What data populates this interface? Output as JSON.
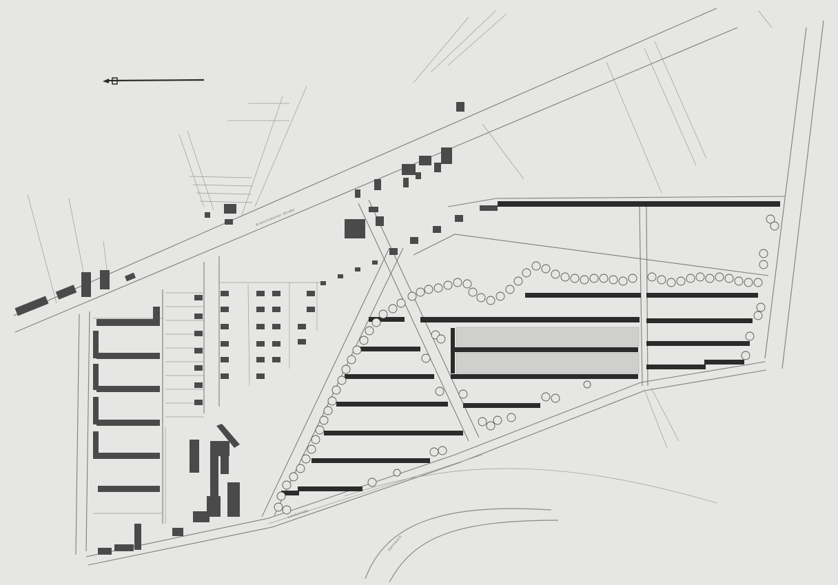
{
  "map": {
    "background": "#e6e6e4",
    "building_color": "#2b2b2b",
    "line_color": "#7d7d7b",
    "north_arrow_icon": "arrow-left-icon",
    "street_labels": [
      {
        "id": "main-road",
        "text": "Kranichsteiner Straße"
      },
      {
        "id": "south-road",
        "text": "Landstraße"
      },
      {
        "id": "river",
        "text": "Darmbach"
      }
    ]
  }
}
